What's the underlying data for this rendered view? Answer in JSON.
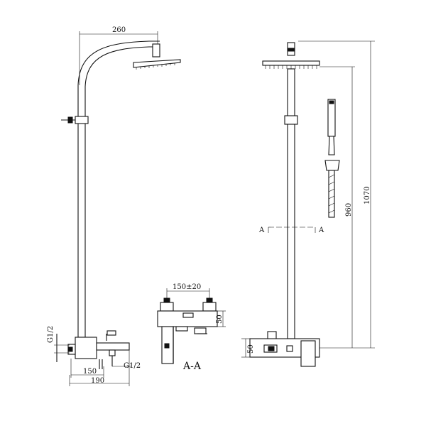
{
  "dimensions": {
    "arm_reach": "260",
    "inlet_thread_left": "G1/2",
    "inlet_thread_spout": "G1/2",
    "inlet_spacing": "150",
    "total_depth": "190",
    "mixer_center_distance": "150±20",
    "mixer_height": "50",
    "front_mixer_height": "50",
    "handshower_height": "960",
    "total_height": "1070"
  },
  "section": {
    "marker_left": "A",
    "marker_right": "A",
    "label": "A-A"
  }
}
